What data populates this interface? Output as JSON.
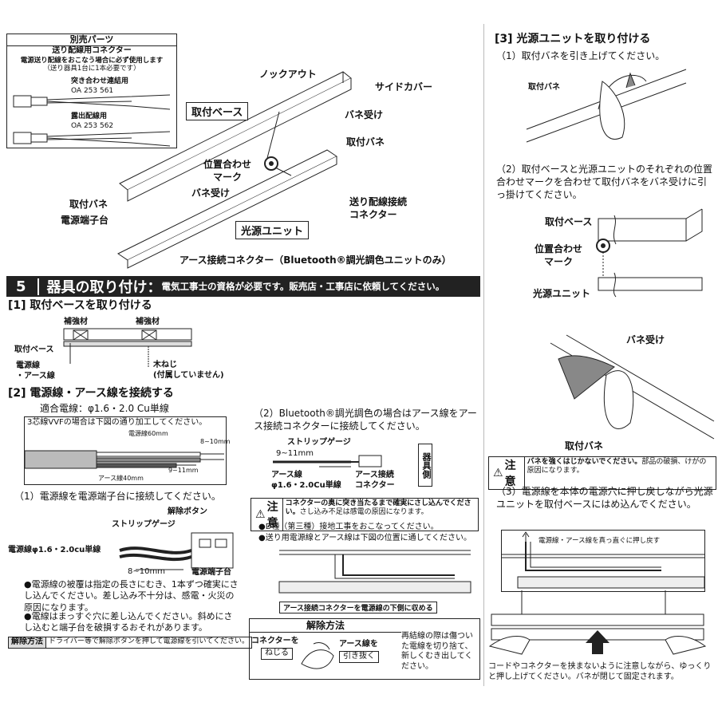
{
  "parts_box": {
    "title": "別売パーツ",
    "subtitle": "送り配線用コネクター",
    "note1": "電源送り配線をおこなう場合に必ず使用します",
    "note2": "（送り器具1台に1本必要です）",
    "item1_name": "突き合わせ連結用",
    "item1_code": "OA 253 561",
    "item2_name": "露出配線用",
    "item2_code": "OA 253 562"
  },
  "overview": {
    "knockout": "ノックアウト",
    "side_cover": "サイドカバー",
    "base": "取付ベース",
    "spring_receiver": "バネ受け",
    "align_mark": "位置合わせ\nマーク",
    "mount_spring": "取付バネ",
    "spring_receiver2": "バネ受け",
    "mount_spring2": "取付バネ",
    "terminal": "電源端子台",
    "feed_connector": "送り配線接続\nコネクター",
    "light_unit": "光源ユニット",
    "earth_connector": "アース接続コネクター（Bluetooth®調光調色ユニットのみ）"
  },
  "section5": {
    "number": "5",
    "title": "器具の取り付け：",
    "note": "電気工事士の資格が必要です。販売店・工事店に依頼してください。"
  },
  "step1": {
    "title": "[1] 取付ベースを取り付ける",
    "reinforce1": "補強材",
    "reinforce2": "補強材",
    "base": "取付ベース",
    "wires": "電源線\n・アース線",
    "screw": "木ねじ\n(付属していません)"
  },
  "step2": {
    "title": "[2] 電源線・アース線を接続する",
    "wire_spec": "適合電線：φ1.6・2.0 Cu単線",
    "vvf_note": "3芯線VVFの場合は下図の通り加工してください。",
    "dim_power": "電源線60mm",
    "dim_8_10": "8~10mm",
    "dim_earth": "アース線40mm",
    "dim_9_11": "9~11mm",
    "sub1": "（1）電源線を電源端子台に接続してください。",
    "release_button": "解除ボタン",
    "strip_gauge": "ストリップゲージ",
    "power_wire": "電源線φ1.6・2.0cu単線",
    "dim_8_10b": "8~10mm",
    "terminal": "電源端子台",
    "bullet1": "●電源線の被覆は指定の長さにむき、1本ずつ確実にさし込んでください。差し込み不十分は、感電・火災の原因になります。",
    "bullet2": "●電線はまっすぐ穴に差し込んでください。斜めにさし込むと端子台を破損するおそれがあります。",
    "release_label": "解除方法",
    "release_text": "ドライバー等で解除ボタンを押して電源線を引いてください。",
    "sub2": "（2）Bluetooth®調光調色の場合はアース線をアース接続コネクターに接続してください。",
    "strip_gauge2": "ストリップゲージ",
    "dim_9_11b": "9~11mm",
    "earth_wire": "アース線\nφ1.6・2.0Cu単線",
    "earth_conn": "アース接続\nコネクター",
    "fixture_side": "器具側",
    "caution_label": "注意",
    "caution_bold": "コネクターの奥に突き当たるまで確実にさし込んでください。",
    "caution_text": "さし込み不足は感電の原因になります。",
    "bullet3": "●D種（第三種）接地工事をおこなってください。",
    "bullet4": "●送り用電源線とアース線は下図の位置に通してください。",
    "fig_caption": "アース接続コネクターを電源線の下側に収める",
    "release2_title": "解除方法",
    "twist": "コネクターを",
    "twist_box": "ねじる",
    "pull": "アース線を",
    "pull_box": "引き抜く",
    "reconnect": "再結線の際は傷ついた電線を切り捨て、新しくむき出してください。"
  },
  "step3": {
    "title": "[3] 光源ユニットを取り付ける",
    "sub1": "（1）取付バネを引き上げてください。",
    "spring": "取付バネ",
    "sub2": "（2）取付ベースと光源ユニットのそれぞれの位置合わせマークを合わせて取付バネをバネ受けに引っ掛けてください。",
    "base": "取付ベース",
    "align_mark": "位置合わせ\nマーク",
    "light_unit": "光源ユニット",
    "spring_receiver": "バネ受け",
    "spring2": "取付バネ",
    "caution_label": "注意",
    "caution_bold": "バネを強くはじかないでください。",
    "caution_text": "部品の破損、けがの原因になります。",
    "sub3": "（3）電源線を本体の電源穴に押し戻しながら光源ユニットを取付ベースにはめ込んでください。",
    "push_note": "電源線・アース線を真っ直ぐに押し戻す",
    "final_note": "コードやコネクターを挟まないように注意しながら、ゆっくりと押し上げてください。バネが閉じて固定されます。"
  }
}
